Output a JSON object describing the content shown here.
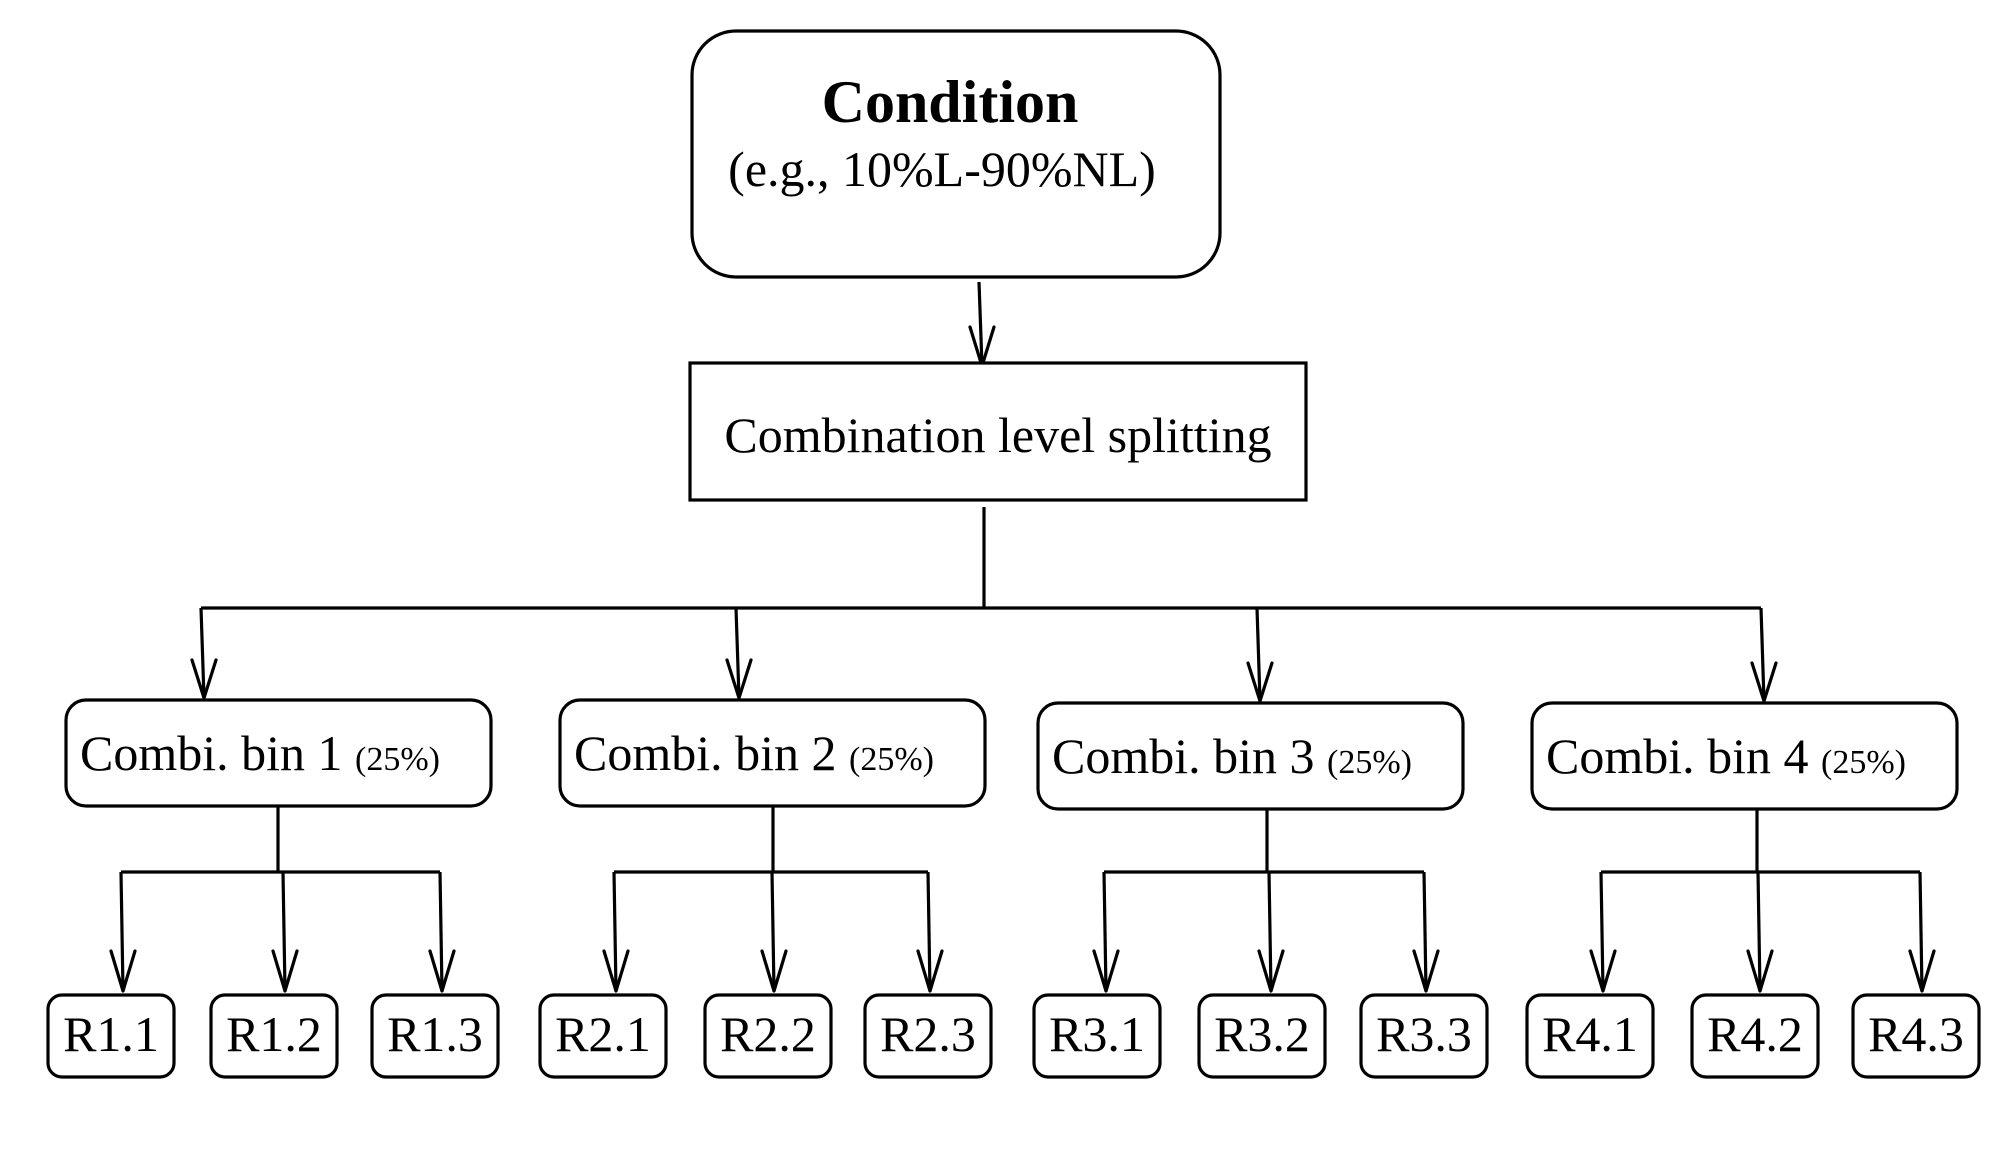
{
  "root": {
    "title": "Condition",
    "subtitle": "(e.g., 10%L-90%NL)"
  },
  "splitter": {
    "label": "Combination level splitting"
  },
  "bins": [
    {
      "label": "Combi. bin 1",
      "share": "(25%)",
      "replicates": [
        "R1.1",
        "R1.2",
        "R1.3"
      ]
    },
    {
      "label": "Combi. bin 2",
      "share": "(25%)",
      "replicates": [
        "R2.1",
        "R2.2",
        "R2.3"
      ]
    },
    {
      "label": "Combi. bin 3",
      "share": "(25%)",
      "replicates": [
        "R3.1",
        "R3.2",
        "R3.3"
      ]
    },
    {
      "label": "Combi. bin 4",
      "share": "(25%)",
      "replicates": [
        "R4.1",
        "R4.2",
        "R4.3"
      ]
    }
  ]
}
